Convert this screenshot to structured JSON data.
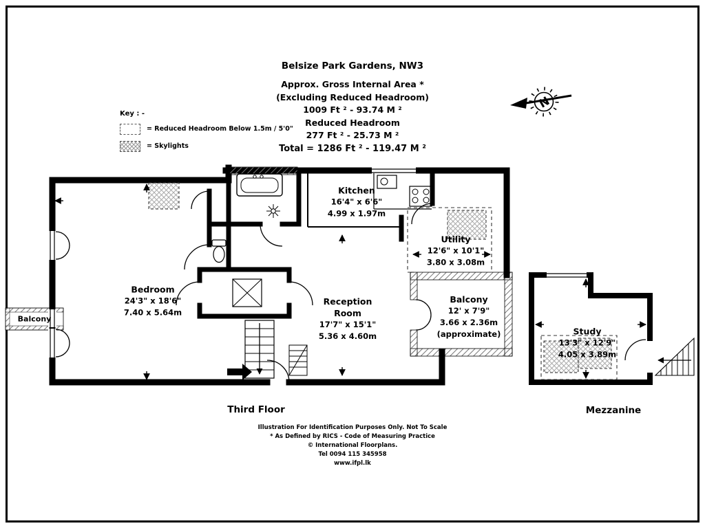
{
  "header": {
    "address": "Belsize Park Gardens, NW3",
    "area_lines": [
      "Approx. Gross Internal Area *",
      "(Excluding Reduced Headroom)",
      "1009 Ft ²  -  93.74 M ²",
      "Reduced Headroom",
      "277 Ft ²  -  25.73 M ²",
      "Total = 1286 Ft ²  -  119.47 M ²"
    ]
  },
  "compass": {
    "letter": "N"
  },
  "key": {
    "heading": "Key : -",
    "items": [
      {
        "name": "reduced-headroom",
        "label": "= Reduced Headroom Below 1.5m / 5'0\""
      },
      {
        "name": "skylights",
        "label": "= Skylights"
      }
    ]
  },
  "rooms": [
    {
      "name": "Bedroom",
      "imperial": "24'3\" x 18'6\"",
      "metric": "7.40 x 5.64m"
    },
    {
      "name": "Kitchen",
      "imperial": "16'4\" x 6'6\"",
      "metric": "4.99 x 1.97m"
    },
    {
      "name": "Utility",
      "imperial": "12'6\" x 10'1\"",
      "metric": "3.80 x 3.08m"
    },
    {
      "name": "Reception Room",
      "imperial": "17'7\" x 15'1\"",
      "metric": "5.36 x 4.60m"
    },
    {
      "name": "Balcony",
      "imperial": "12' x 7'9\"",
      "metric": "3.66 x 2.36m",
      "note": "(approximate)"
    },
    {
      "name": "Study",
      "imperial": "13'3\" x 12'9\"",
      "metric": "4.05 x 3.89m"
    }
  ],
  "labels": {
    "balcony_left": "Balcony",
    "third_floor": "Third Floor",
    "mezzanine": "Mezzanine"
  },
  "footer": {
    "lines": [
      "Illustration For Identification Purposes Only. Not To Scale",
      "* As Defined by RICS - Code of Measuring Practice",
      "© International Floorplans.",
      "Tel 0094 115 345958",
      "www.ifpl.lk"
    ]
  },
  "colors": {
    "wall": "#000000",
    "hatch": "#777777",
    "skylight_hatch": "#aaaaaa"
  }
}
